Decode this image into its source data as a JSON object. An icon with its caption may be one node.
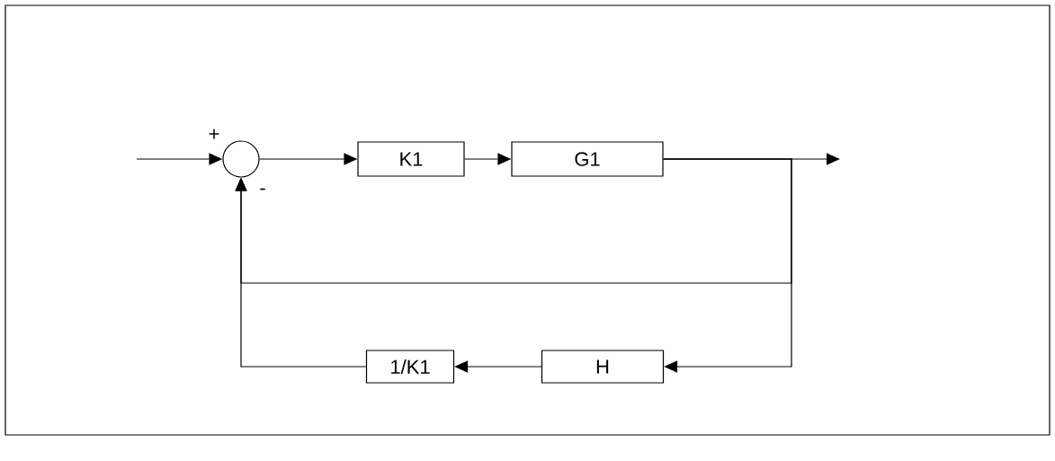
{
  "diagram": {
    "nodes": [
      {
        "text": [],
        "shape": "circle",
        "beside": [
          "+",
          "-"
        ]
      },
      {
        "text": [
          "K1"
        ]
      },
      {
        "text": [
          "G1"
        ]
      },
      {
        "text": [
          "H"
        ]
      },
      {
        "text": [
          "1/K1"
        ]
      }
    ],
    "edges": [
      {
        "from": null,
        "to": 0,
        "arrow": "to"
      },
      {
        "from": 0,
        "to": 1,
        "arrow": "to"
      },
      {
        "from": 1,
        "to": 2,
        "arrow": "to"
      },
      {
        "from": 2,
        "to": null,
        "arrow": "to"
      },
      {
        "from": 2,
        "to": 0,
        "arrow": "to"
      },
      {
        "from": 2,
        "to": 3,
        "arrow": "to"
      },
      {
        "from": 3,
        "to": 4,
        "arrow": "to"
      },
      {
        "from": 4,
        "to": 0,
        "arrow": "to"
      }
    ]
  }
}
